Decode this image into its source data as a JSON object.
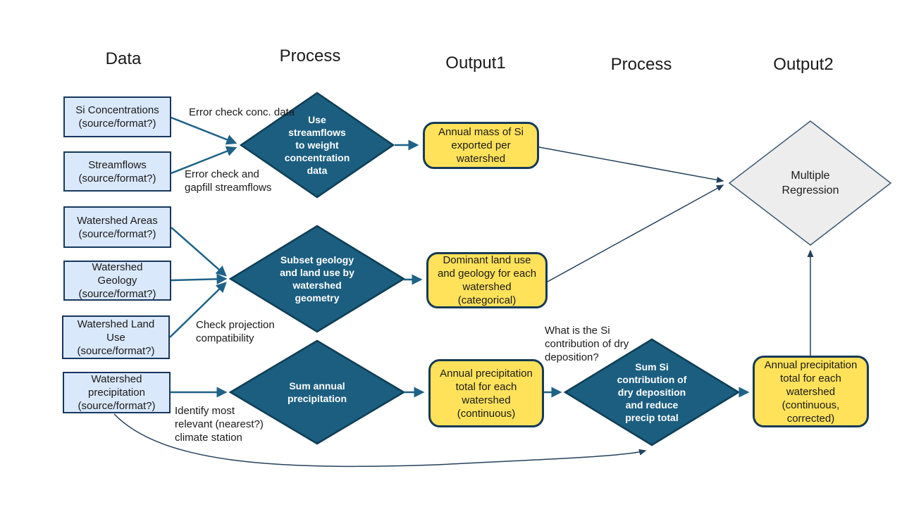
{
  "columns": [
    {
      "label": "Data"
    },
    {
      "label": "Process"
    },
    {
      "label": "Output1"
    },
    {
      "label": "Process"
    },
    {
      "label": "Output2"
    }
  ],
  "data_boxes": [
    {
      "label": "Si Concentrations\n(source/format?)"
    },
    {
      "label": "Streamflows\n(source/format?)"
    },
    {
      "label": "Watershed Areas\n(source/format?)"
    },
    {
      "label": "Watershed\nGeology\n(source/format?)"
    },
    {
      "label": "Watershed Land\nUse\n(source/format?)"
    },
    {
      "label": "Watershed\nprecipitation\n(source/format?)"
    }
  ],
  "process_nodes": [
    {
      "label": "Use\nstreamflows\nto weight\nconcentration\ndata"
    },
    {
      "label": "Subset geology\nand land use by\nwatershed\ngeometry"
    },
    {
      "label": "Sum annual\nprecipitation"
    },
    {
      "label": "Sum Si\ncontribution of\ndry deposition\nand reduce\nprecip total"
    }
  ],
  "output_nodes": [
    {
      "label": "Annual mass of Si\nexported per\nwatershed"
    },
    {
      "label": "Dominant land use\nand geology for each\nwatershed\n(categorical)"
    },
    {
      "label": "Annual precipitation\ntotal for each\nwatershed\n(continuous)"
    },
    {
      "label": "Annual precipitation\ntotal for each\nwatershed\n(continuous,\ncorrected)"
    }
  ],
  "final_node": {
    "label": "Multiple\nRegression"
  },
  "edge_labels": [
    {
      "label": "Error check conc. data"
    },
    {
      "label": "Error check and\ngapfill streamflows"
    },
    {
      "label": "Check projection\ncompatibility"
    },
    {
      "label": "Identify most\nrelevant (nearest?)\nclimate station"
    },
    {
      "label": "What is the Si\ncontribution of dry\ndeposition?"
    }
  ],
  "colors": {
    "data_box_fill": "#dae8fc",
    "data_box_border": "#17375e",
    "process_fill": "#1b5e80",
    "process_border": "#0f3e54",
    "process_text": "#ffffff",
    "output_fill": "#ffe25a",
    "output_border": "#173a56",
    "final_fill": "#ededed",
    "final_border": "#3c5a75",
    "arrow": "#1f6287",
    "line": "#24415c"
  }
}
